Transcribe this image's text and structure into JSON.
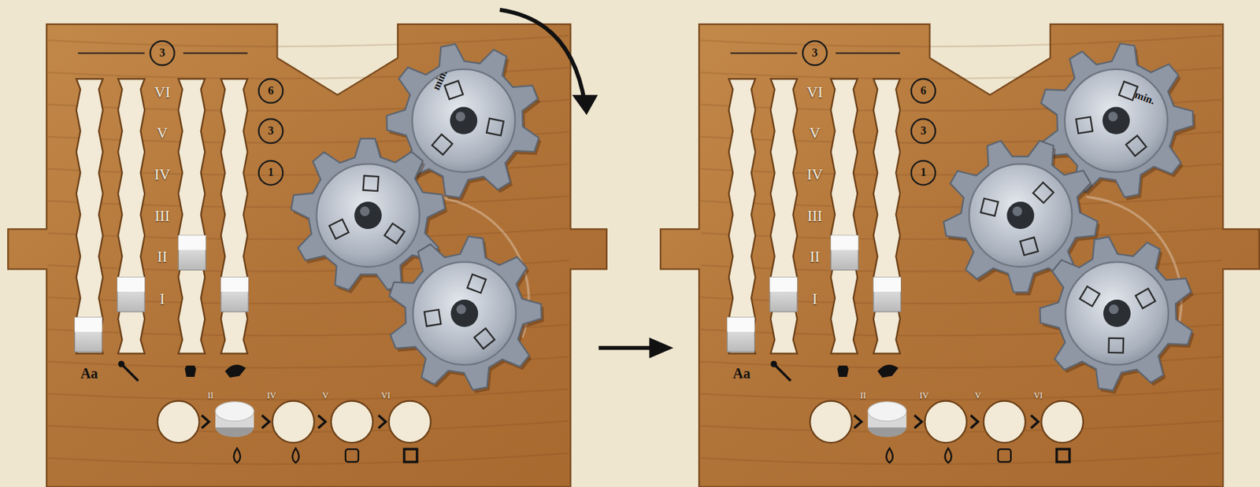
{
  "diagram": {
    "labels": [
      "3",
      "VI",
      "V",
      "IV",
      "III",
      "II",
      "I",
      "6",
      "3",
      "1",
      "Aa",
      "II",
      "IV",
      "V",
      "VI",
      "min.",
      "3",
      "VI",
      "V",
      "IV",
      "III",
      "II",
      "I",
      "6",
      "3",
      "1",
      "Aa",
      "II",
      "IV",
      "V",
      "VI",
      "min."
    ]
  }
}
